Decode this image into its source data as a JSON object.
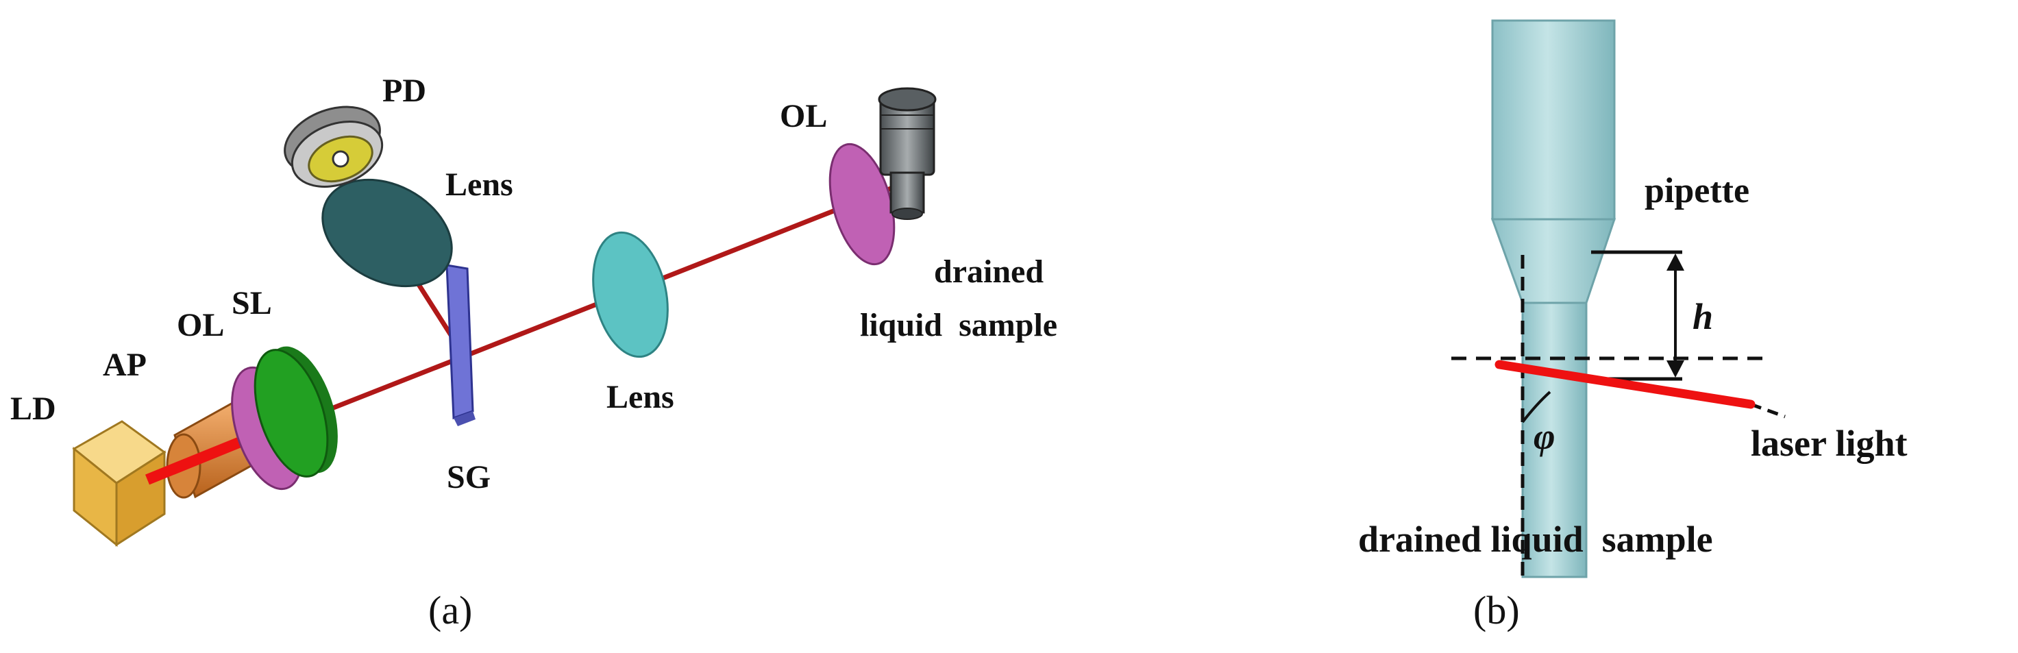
{
  "panel_a": {
    "labels": {
      "pd": "PD",
      "lens_top": "Lens",
      "ol_right": "OL",
      "drained_1": "drained",
      "drained_2": "liquid  sample",
      "lens_mid": "Lens",
      "ld": "LD",
      "ap": "AP",
      "ol_left": "OL",
      "sl": "SL",
      "sg": "SG"
    },
    "caption": "(a)"
  },
  "panel_b": {
    "labels": {
      "pipette": "pipette",
      "h": "h",
      "phi": "φ",
      "laser_light": "laser light",
      "drained_sample": "drained liquid  sample"
    },
    "caption": "(b)"
  },
  "colors": {
    "beam": "#b01818",
    "laser": "#ee1111",
    "lens_dark": "#2d5f63",
    "lens_cyan": "#5cc3c3",
    "ol_purple": "#c061b4",
    "sl_green": "#22a022",
    "sg_blue": "#6f73d6",
    "pipette": "#a8d3d7",
    "ld_box": "#f0c050",
    "ap_tube": "#e08a3a"
  }
}
